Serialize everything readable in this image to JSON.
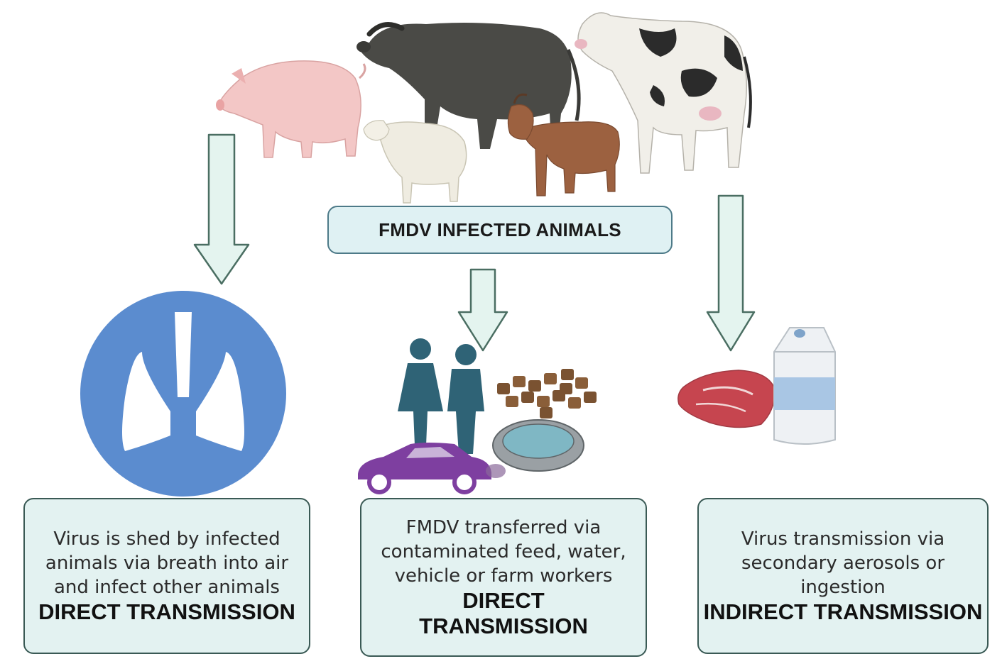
{
  "source": {
    "label": "FMDV INFECTED ANIMALS"
  },
  "routes": [
    {
      "description": "Virus is shed by infected\nanimals via breath into air\nand infect other animals",
      "label": "DIRECT TRANSMISSION"
    },
    {
      "description": "FMDV transferred via\ncontaminated feed, water,\nvehicle or farm workers",
      "label": "DIRECT\nTRANSMISSION"
    },
    {
      "description": "Virus transmission via\nsecondary aerosols or\ningestion",
      "label": "INDIRECT TRANSMISSION"
    }
  ],
  "icons": [
    "pig-icon",
    "buffalo-icon",
    "sheep-icon",
    "goat-icon",
    "cow-icon",
    "lungs-icon",
    "farm-workers-icon",
    "feed-pellets-icon",
    "water-bowl-icon",
    "car-icon",
    "meat-icon",
    "milk-carton-icon"
  ],
  "colors": {
    "box_fill": "#e3f2f1",
    "box_border": "#3a5a55",
    "arrow_fill": "#e4f4ef",
    "arrow_stroke": "#4a6e62",
    "lungs_circle": "#5b8ccf",
    "people": "#2f6376",
    "car": "#7e3fa0"
  }
}
